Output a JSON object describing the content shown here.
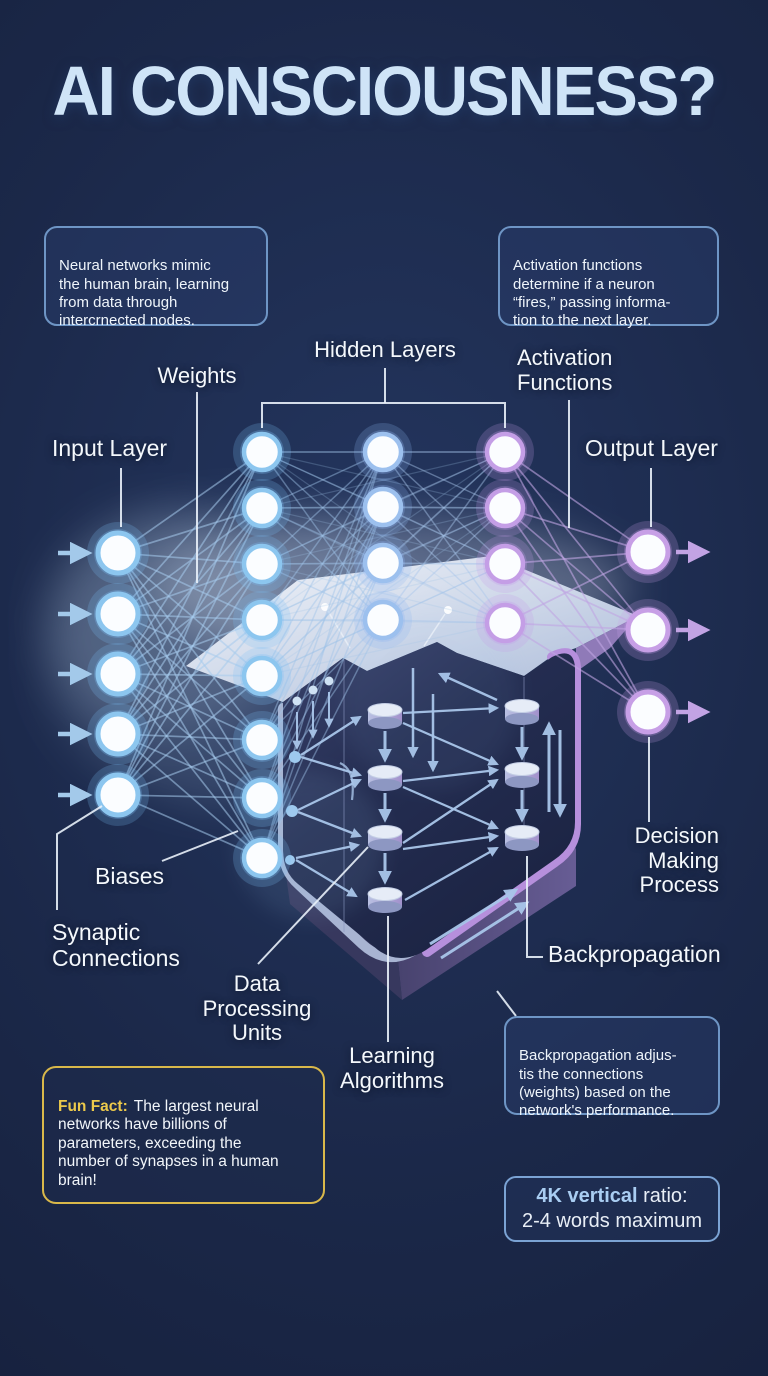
{
  "title": "AI CONSCIOUSNESS?",
  "info_boxes": {
    "neural_networks": "Neural networks mimic\nthe human brain, learning\nfrom data through\nintercrnected nodes.",
    "activation_functions": "Activation functions\ndetermine if a neuron\n“fires,” passing informa-\ntion to the next layer.",
    "backpropagation_note": "Backpropagation adjus-\ntis the connections\n(weights) based on the\nnetwork's performance."
  },
  "fun_fact": {
    "label": "Fun Fact:",
    "text": "The largest neural\nnetworks have billions of\nparameters, exceeding the\nnumber of synapses in a human\nbrain!"
  },
  "ratio_box": {
    "bold": "4K vertical",
    "rest": " ratio:",
    "line2": "2-4 words maximum"
  },
  "labels": {
    "input_layer": "Input Layer",
    "weights": "Weights",
    "hidden_layers": "Hidden Layers",
    "activation_functions": "Activation\nFunctions",
    "output_layer": "Output Layer",
    "biases": "Biases",
    "synaptic_connections": "Synaptic\nConnections",
    "data_processing_units": "Data\nProcessing\nUnits",
    "learning_algorithms": "Learning\nAlgorithms",
    "backpropagation": "Backpropagation",
    "decision_making_process": "Decision\nMaking\nProcess"
  },
  "network": {
    "input_nodes": 5,
    "hidden_layer_nodes": [
      8,
      4,
      4
    ],
    "output_nodes": 3,
    "input_arrows": 5,
    "output_arrows": 3
  },
  "colors": {
    "background": "#1a2746",
    "title": "#cfe4f7",
    "node_ring_blue": "#8cc6ef",
    "node_ring_purple": "#c49ee6",
    "edge_blue": "#a5cbec",
    "edge_purple": "#c0a5e3",
    "gold": "#d9b84a",
    "box_border_blue": "#6e95c5"
  }
}
